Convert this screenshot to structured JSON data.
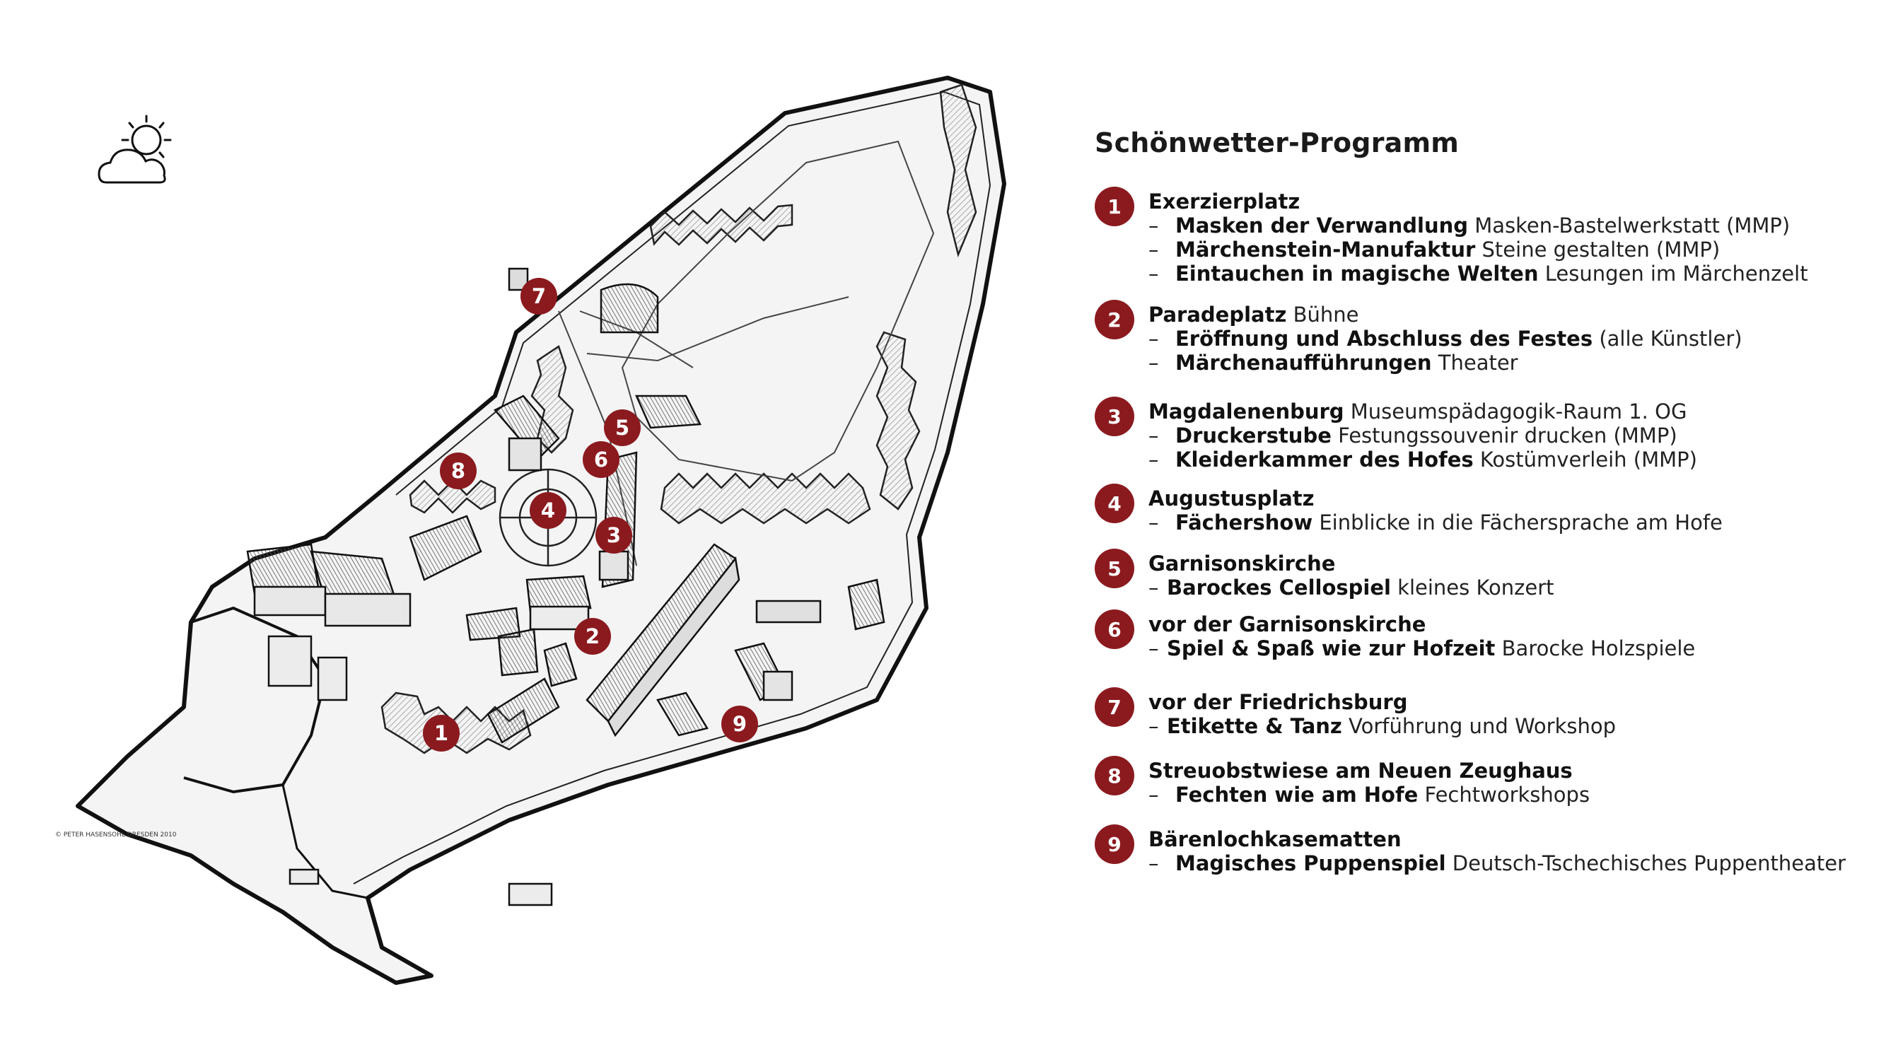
{
  "weather_icon": "sun-behind-cloud-icon",
  "map": {
    "copyright": "© PETER HASENSOHL DRESDEN 2010",
    "marker_color": "#8b1a1f",
    "markers": [
      {
        "number": "1"
      },
      {
        "number": "2"
      },
      {
        "number": "3"
      },
      {
        "number": "4"
      },
      {
        "number": "5"
      },
      {
        "number": "6"
      },
      {
        "number": "7"
      },
      {
        "number": "8"
      },
      {
        "number": "9"
      }
    ]
  },
  "legend": {
    "title": "Schönwetter-Programm",
    "items": [
      {
        "number": "1",
        "place": "Exerzierplatz",
        "place_detail": "",
        "activities": [
          {
            "name": "Masken der Verwandlung",
            "detail": "Masken-Bastelwerkstatt (MMP)"
          },
          {
            "name": "Märchenstein-Manufaktur",
            "detail": "Steine gestalten (MMP)"
          },
          {
            "name": "Eintauchen in magische Welten",
            "detail": "Lesungen im Märchenzelt"
          }
        ]
      },
      {
        "number": "2",
        "place": "Paradeplatz",
        "place_detail": "Bühne",
        "activities": [
          {
            "name": "Eröffnung und Abschluss des Festes",
            "detail": "(alle Künstler)"
          },
          {
            "name": "Märchenaufführungen",
            "detail": "Theater"
          }
        ]
      },
      {
        "number": "3",
        "place": "Magdalenenburg",
        "place_detail": "Museumspädagogik-Raum 1. OG",
        "activities": [
          {
            "name": "Druckerstube",
            "detail": "Festungssouvenir drucken (MMP)"
          },
          {
            "name": "Kleiderkammer des Hofes",
            "detail": "Kostümverleih (MMP)"
          }
        ]
      },
      {
        "number": "4",
        "place": "Augustusplatz",
        "place_detail": "",
        "activities": [
          {
            "name": "Fächershow",
            "detail": "Einblicke in die Fächersprache am Hofe"
          }
        ]
      },
      {
        "number": "5",
        "place": "Garnisonskirche",
        "place_detail": "",
        "activities": [
          {
            "name": "Barockes Cellospiel",
            "detail": "kleines Konzert"
          }
        ]
      },
      {
        "number": "6",
        "place": "vor der Garnisonskirche",
        "place_detail": "",
        "activities": [
          {
            "name": "Spiel & Spaß wie zur Hofzeit",
            "detail": "Barocke Holzspiele"
          }
        ]
      },
      {
        "number": "7",
        "place": "vor der Friedrichsburg",
        "place_detail": "",
        "activities": [
          {
            "name": "Etikette & Tanz",
            "detail": "Vorführung und Workshop"
          }
        ]
      },
      {
        "number": "8",
        "place": "Streuobstwiese am Neuen Zeughaus",
        "place_detail": "",
        "activities": [
          {
            "name": "Fechten wie am Hofe",
            "detail": "Fechtworkshops"
          }
        ]
      },
      {
        "number": "9",
        "place": "Bärenlochkasematten",
        "place_detail": "",
        "activities": [
          {
            "name": "Magisches Puppenspiel",
            "detail": "Deutsch-Tschechisches Puppentheater"
          }
        ]
      }
    ]
  }
}
